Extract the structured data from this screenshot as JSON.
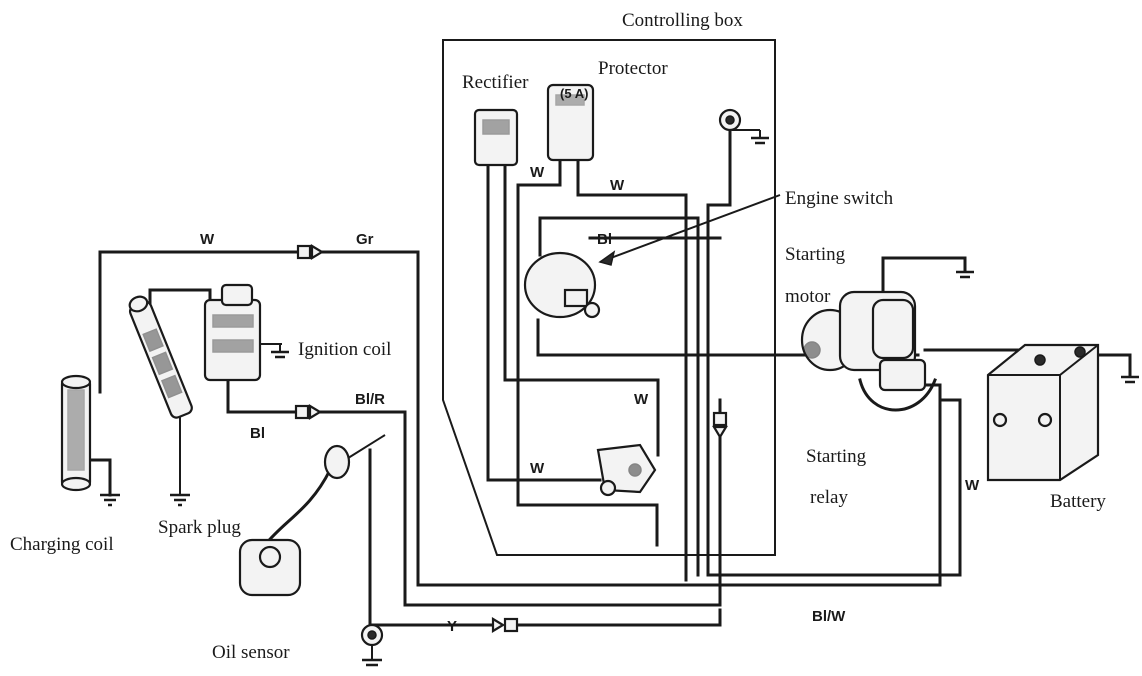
{
  "labels": {
    "controlling_box": "Controlling box",
    "rectifier": "Rectifier",
    "protector": "Protector",
    "protector_rating": "(5 A)",
    "engine_switch": "Engine switch",
    "starting": "Starting",
    "motor": "motor",
    "ignition_coil": "Ignition coil",
    "starting_relay_line1": "Starting",
    "starting_relay_line2": "relay",
    "battery": "Battery",
    "charging_coil": "Charging coil",
    "spark_plug": "Spark plug",
    "oil_sensor": "Oil sensor"
  },
  "wire_codes": {
    "w_top": "W",
    "gr": "Gr",
    "w_rectifier": "W",
    "w_protector": "W",
    "bl_switch": "Bl",
    "bl_r": "Bl/R",
    "bl_ignition": "Bl",
    "w_right_box": "W",
    "w_lower_box": "W",
    "w_relay": "W",
    "y": "Y",
    "bl_w": "Bl/W"
  }
}
